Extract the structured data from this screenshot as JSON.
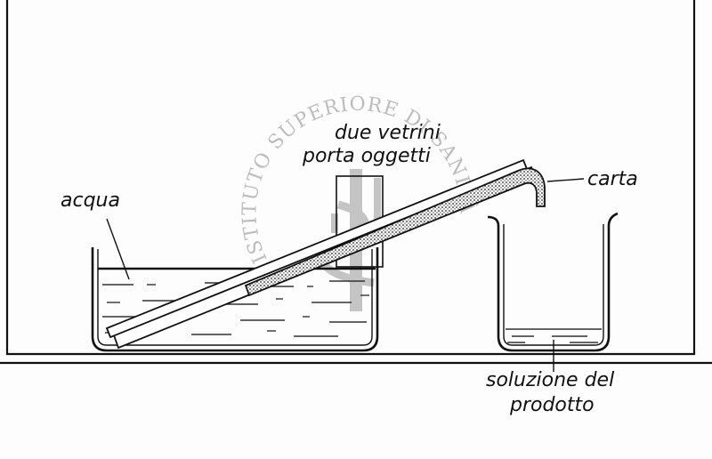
{
  "labels": {
    "water": "acqua",
    "slides_line1": "due vetrini",
    "slides_line2": "porta oggetti",
    "paper": "carta",
    "solution_line1": "soluzione del",
    "solution_line2": "prodotto"
  },
  "watermark": {
    "text": "ISTITUTO SUPERIORE DI SANITÀ"
  },
  "colors": {
    "ink": "#111111",
    "background": "#fdfdfd",
    "watermark": "#bdbdbd"
  }
}
